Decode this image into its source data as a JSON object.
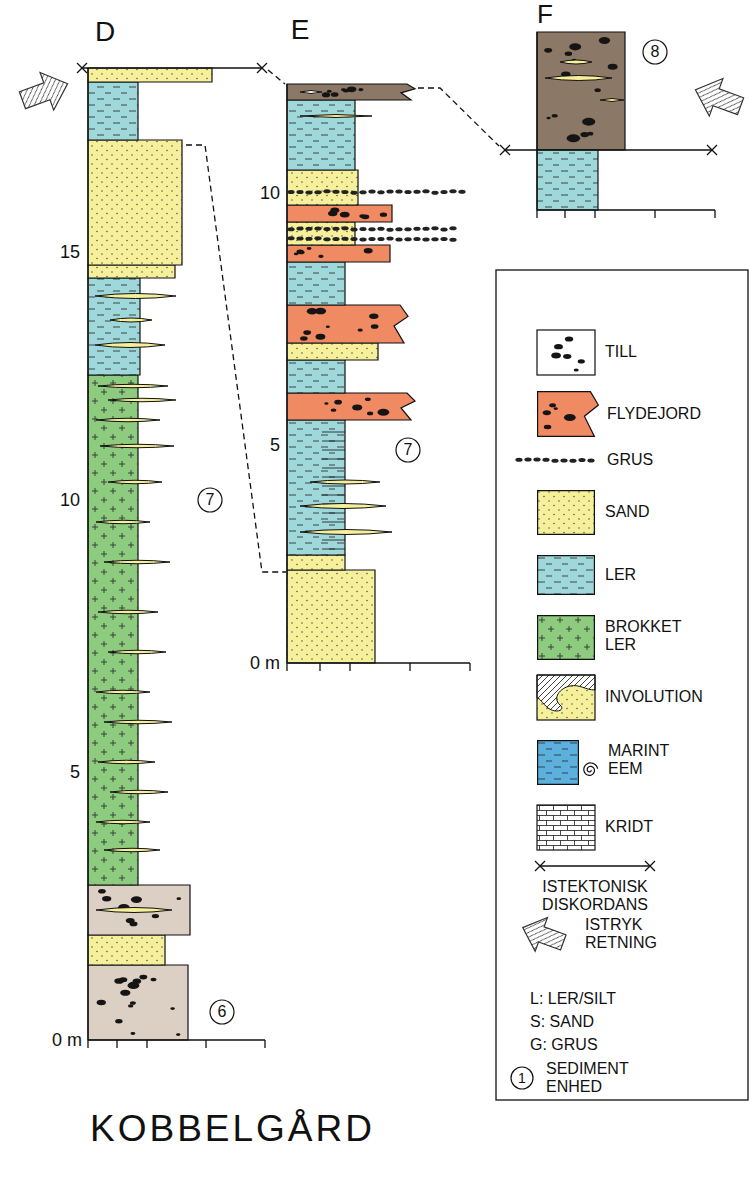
{
  "diagram": {
    "title": "KOBBELGÅRD",
    "labels": [
      "D",
      "E",
      "F",
      "15",
      "10",
      "5",
      "0 m",
      "10",
      "5",
      "0 m",
      "7",
      "6",
      "7",
      "8",
      "1"
    ],
    "legend": [
      {
        "text": "TILL"
      },
      {
        "text": "FLYDEJORD",
        "color": "#ef8a62"
      },
      {
        "text": "GRUS"
      },
      {
        "text": "SAND",
        "color": "#f7f09b"
      },
      {
        "text": "LER",
        "color": "#9fd8db"
      },
      {
        "text": "BROKKET LER",
        "color": "#8dcb7e"
      },
      {
        "text": "INVOLUTION"
      },
      {
        "text": "MARINT EEM",
        "color": "#5bb0de"
      },
      {
        "text": "KRIDT"
      },
      {
        "text": "ISTEKTONISK DISKORDANS"
      },
      {
        "text": "ISTRYK RETNING"
      },
      {
        "text": "L: LER/SILT"
      },
      {
        "text": "S: SAND"
      },
      {
        "text": "G: GRUS"
      },
      {
        "text": "SEDIMENT ENHED"
      }
    ]
  }
}
